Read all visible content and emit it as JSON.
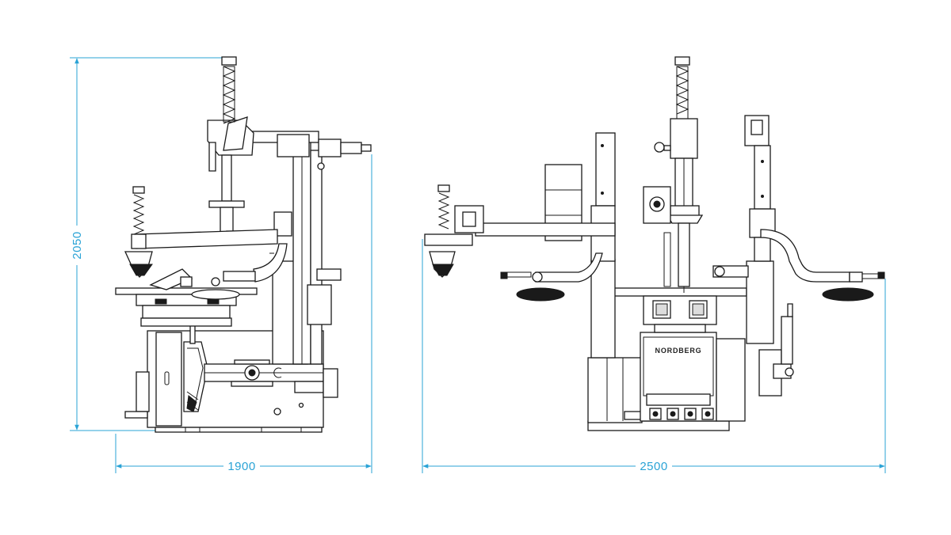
{
  "dimensions": {
    "height_label": "2050",
    "width_side_label": "1900",
    "width_front_label": "2500"
  },
  "brand": "NORDBERG",
  "colors": {
    "dimension_line": "#2aa3d6",
    "drawing_line": "#1a1a1a",
    "background": "#ffffff"
  },
  "views": [
    {
      "name": "side-view"
    },
    {
      "name": "front-view"
    }
  ]
}
